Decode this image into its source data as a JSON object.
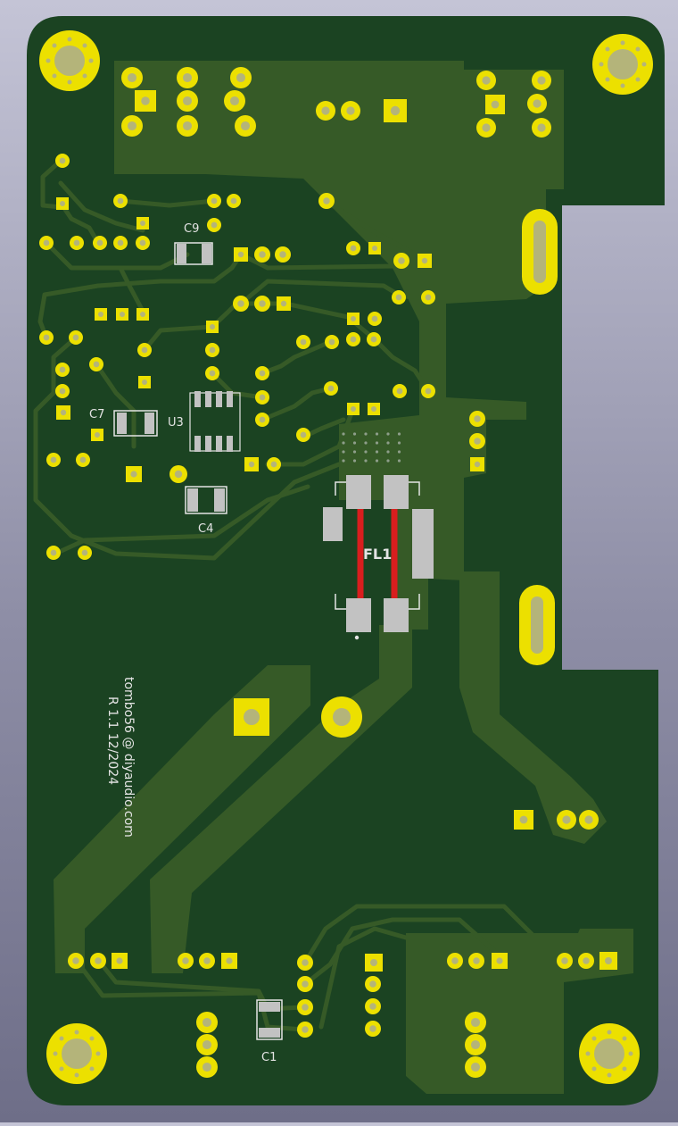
{
  "board": {
    "silkscreen_text": {
      "credit": "tombo56 @ diyaudio.com",
      "revision": "R 1.1  12/2024"
    },
    "designators": {
      "c9": "C9",
      "c7": "C7",
      "u3": "U3",
      "c4": "C4",
      "fl1": "FL1",
      "c1": "C1"
    }
  },
  "colors": {
    "board": "#1b4322",
    "copper": "#365a27",
    "pad": "#ece000",
    "drill": "#b4b47a",
    "silkscreen": "#e4e4e4",
    "track_top": "#d81e1e",
    "smd_pad": "#c2c2c2"
  }
}
